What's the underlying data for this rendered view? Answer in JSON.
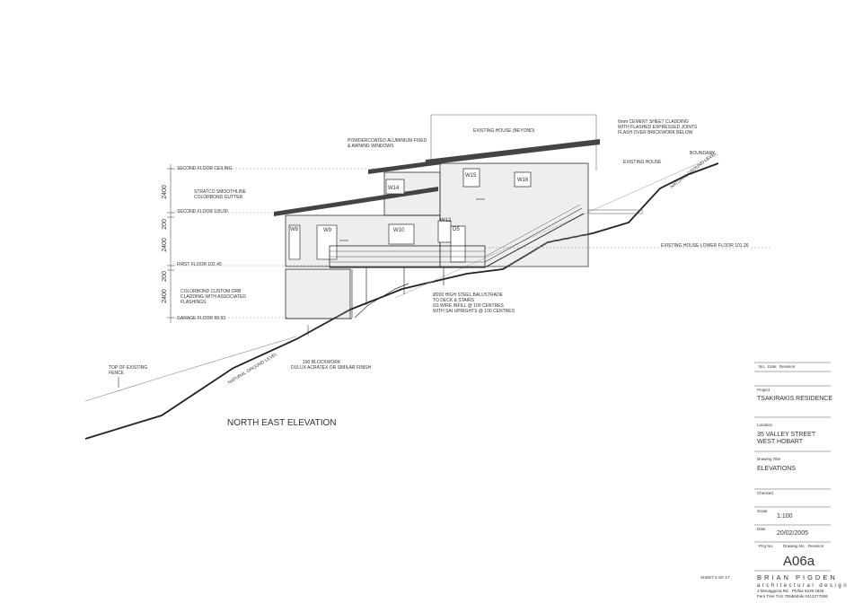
{
  "drawing": {
    "title": "NORTH EAST ELEVATION",
    "sheet": "SHEET 6 OF 17",
    "levels": {
      "second_floor_ceiling": "SECOND FLOOR CEILING",
      "second_floor": "SECOND FLOOR 105.00",
      "first_floor": "FIRST FLOOR 102.40",
      "garage_floor": "GARAGE FLOOR 99.93"
    },
    "dimensions": [
      "2400",
      "200",
      "2400",
      "200",
      "2400"
    ],
    "windows": [
      "W14",
      "W15",
      "W16",
      "W8",
      "W9",
      "W10",
      "W12",
      "D5"
    ],
    "annotations": {
      "powdercoated_1": "POWDERCOATED ALUMINIUM FIXED",
      "powdercoated_2": "& AWNING WINDOWS",
      "existing_house_beyond": "EXISTING HOUSE (BEYOND)",
      "cement_1": "6mm CEMENT SHEET CLADDING",
      "cement_2": "WITH FLASHED EXPRESSED JOINTS",
      "cement_3": "FLASH OVER BRICKWORK BELOW",
      "existing_house": "EXISTING HOUSE",
      "boundary": "BOUNDARY",
      "natural_ground_upper": "NATURAL GROUND LEVEL",
      "stratco_1": "STRATCO SMOOTHLINE",
      "stratco_2": "COLORBOND GUTTER",
      "existing_lower_floor": "EXISTING HOUSE LOWER FLOOR 101.26",
      "colorbond_1": "COLORBOND CUSTOM ORB",
      "colorbond_2": "CLADDING WITH ASSOCIATED",
      "colorbond_3": "FLASHINGS",
      "balustrade_1": "Ø200 HIGH STEEL BALUSTRADE",
      "balustrade_2": "TO DECK & STAIRS",
      "balustrade_3": "SS WIRE INFILL @ 100 CENTRES",
      "balustrade_4": "WITH SAI UPRIGHTS @ 100 CENTRES",
      "blockwork_1": "190 BLOCKWORK",
      "blockwork_2": "DULUX ACRATEX OR SIMILAR FINISH",
      "top_fence_1": "TOP OF EXISTING",
      "top_fence_2": "FENCE",
      "natural_ground_lower": "NATURAL GROUND LEVEL"
    }
  },
  "title_block": {
    "rev_no": "No.",
    "rev_date": "Date",
    "rev_revision": "Revision",
    "project_label": "Project",
    "project": "TSAKIRAKIS RESIDENCE",
    "location_label": "Location",
    "location_line1": "35 VALLEY  STREET",
    "location_line2": "WEST HOBART",
    "drawing_title_label": "Drawing Title",
    "drawing_title": "ELEVATIONS",
    "checked_label": "Checked",
    "scale_label": "Scale",
    "scale": "1:100",
    "date_label": "Date",
    "date": "20/02/2005",
    "project_no_label": "Proj No.",
    "drawing_no_label": "Drawing No.",
    "revision_label": "Revision",
    "drawing_number": "A06a",
    "brand_name": "BRIAN PIGDEN",
    "brand_sub": "architectural design",
    "address": "3 Menaggona Rd.",
    "phone": "Ph/fax 6239 1926",
    "suburb": "Fern Tree TAS 7054",
    "mobile": "Mobile 0412277069"
  }
}
